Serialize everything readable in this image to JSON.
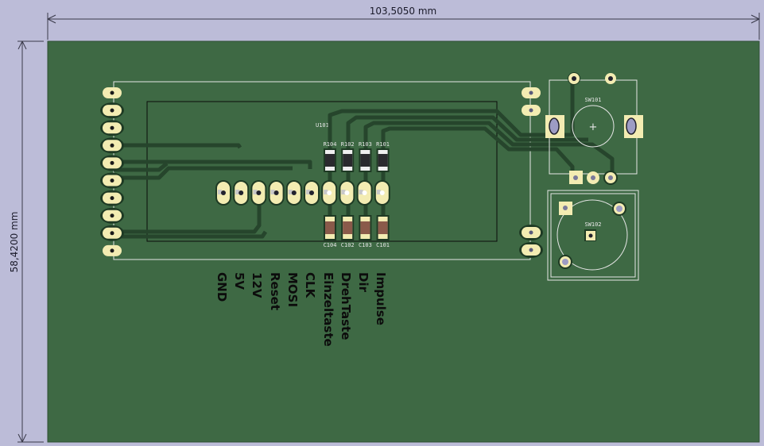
{
  "view": {
    "kind": "PCB 3D/board view",
    "background_color": "#bcbcd8",
    "board_color": "#3e6944",
    "copper_color": "#f3ecb2",
    "trace_color": "#26452c"
  },
  "dimensions": {
    "width_label": "103,5050  mm",
    "height_label": "58,4200 mm"
  },
  "components": {
    "u101": "U101",
    "resistors": [
      "R104",
      "R102",
      "R103",
      "R101"
    ],
    "capacitors": [
      "C104",
      "C102",
      "C103",
      "C101"
    ],
    "sw101": "SW101",
    "sw102": "SW102",
    "sw101_center_mark": "+"
  },
  "net_labels": [
    "GND",
    "5V",
    "12V",
    "Reset",
    "MOSI",
    "CLK",
    "Einzeltaste",
    "DrehTaste",
    "Dir",
    "Impulse"
  ]
}
